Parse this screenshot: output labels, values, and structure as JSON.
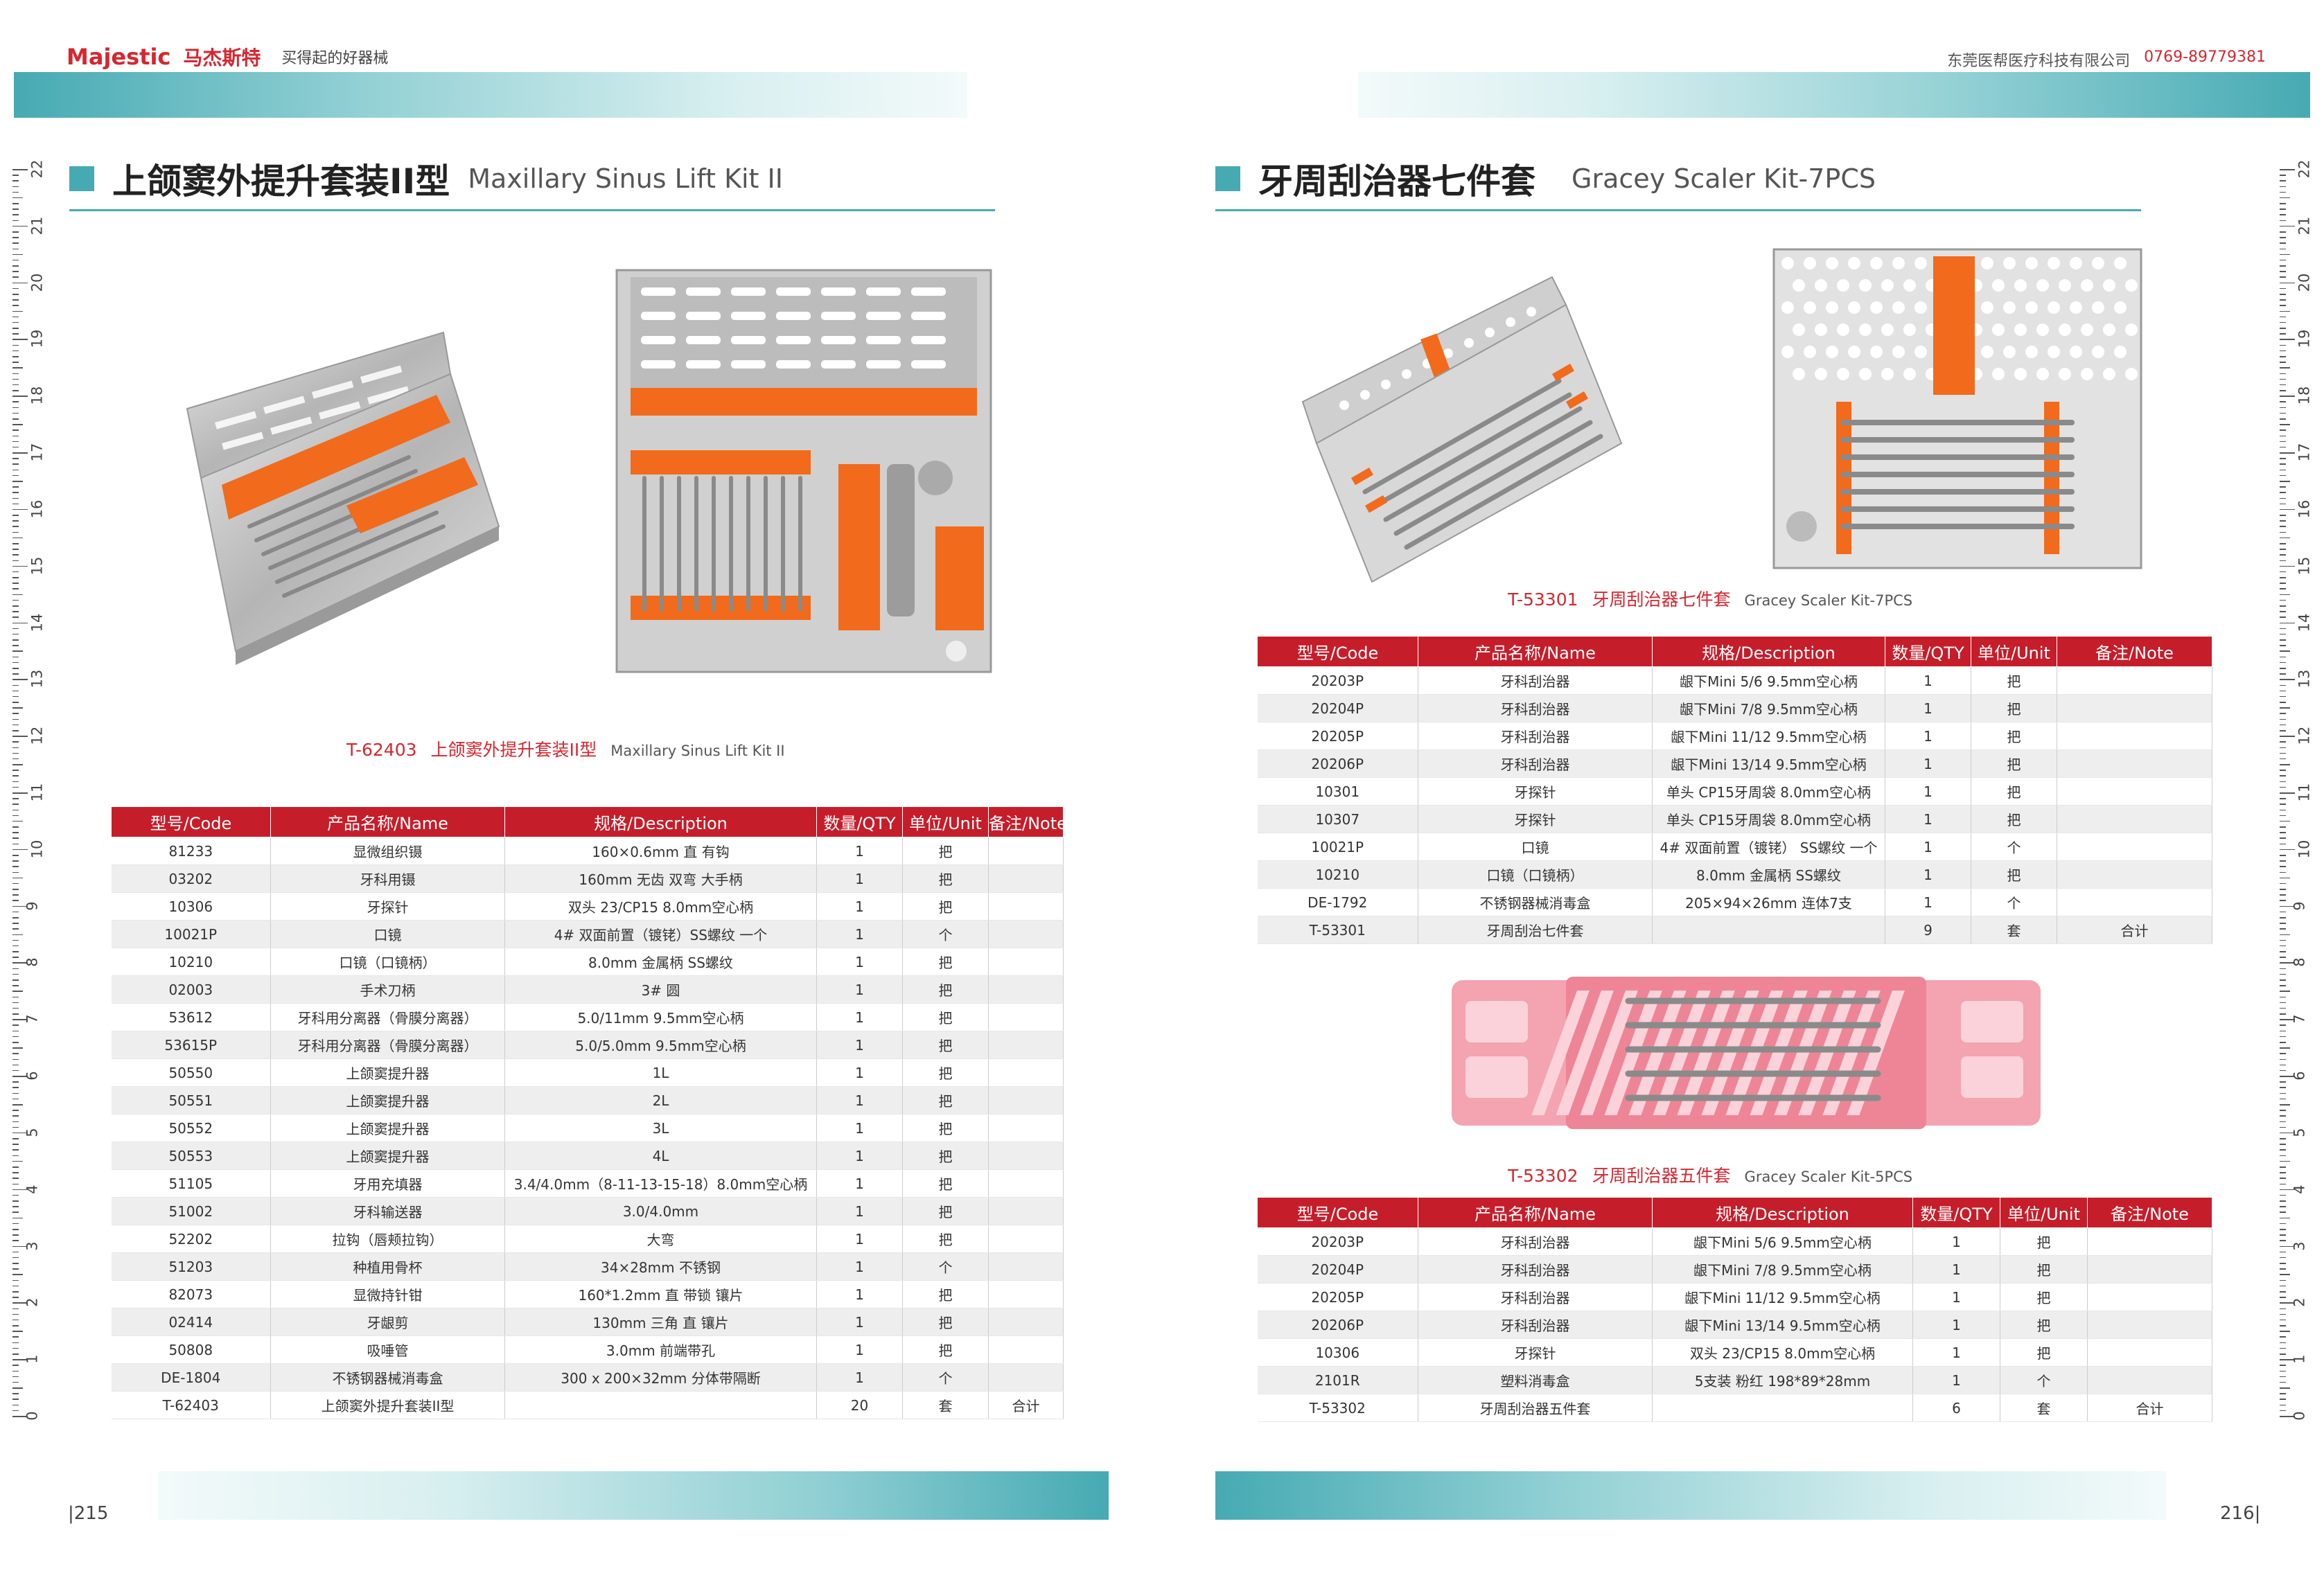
{
  "header": {
    "brand_main": "Majestic",
    "brand_cn": "马杰斯特",
    "slogan": "买得起的好器械",
    "company": "东莞医帮医疗科技有限公司",
    "phone": "0769-89779381"
  },
  "left": {
    "title_cn": "上颌窦外提升套装II型",
    "title_en": "Maxillary  Sinus Lift Kit II",
    "caption_code": "T-62403",
    "caption_cn": "上颌窦外提升套装II型",
    "caption_en": "Maxillary  Sinus Lift Kit II",
    "table": {
      "headers": [
        "型号/Code",
        "产品名称/Name",
        "规格/Description",
        "数量/QTY",
        "单位/Unit",
        "备注/Note"
      ],
      "rows": [
        [
          "81233",
          "显微组织镊",
          "160×0.6mm 直 有钩",
          "1",
          "把",
          ""
        ],
        [
          "03202",
          "牙科用镊",
          "160mm 无齿 双弯 大手柄",
          "1",
          "把",
          ""
        ],
        [
          "10306",
          "牙探针",
          "双头 23/CP15 8.0mm空心柄",
          "1",
          "把",
          ""
        ],
        [
          "10021P",
          "口镜",
          "4# 双面前置（镀铑）SS螺纹 一个",
          "1",
          "个",
          ""
        ],
        [
          "10210",
          "口镜（口镜柄）",
          "8.0mm 金属柄 SS螺纹",
          "1",
          "把",
          ""
        ],
        [
          "02003",
          "手术刀柄",
          "3# 圆",
          "1",
          "把",
          ""
        ],
        [
          "53612",
          "牙科用分离器（骨膜分离器）",
          "5.0/11mm 9.5mm空心柄",
          "1",
          "把",
          ""
        ],
        [
          "53615P",
          "牙科用分离器（骨膜分离器）",
          "5.0/5.0mm 9.5mm空心柄",
          "1",
          "把",
          ""
        ],
        [
          "50550",
          "上颌窦提升器",
          "1L",
          "1",
          "把",
          ""
        ],
        [
          "50551",
          "上颌窦提升器",
          "2L",
          "1",
          "把",
          ""
        ],
        [
          "50552",
          "上颌窦提升器",
          "3L",
          "1",
          "把",
          ""
        ],
        [
          "50553",
          "上颌窦提升器",
          "4L",
          "1",
          "把",
          ""
        ],
        [
          "51105",
          "牙用充填器",
          "3.4/4.0mm（8-11-13-15-18）8.0mm空心柄",
          "1",
          "把",
          ""
        ],
        [
          "51002",
          "牙科输送器",
          "3.0/4.0mm",
          "1",
          "把",
          ""
        ],
        [
          "52202",
          "拉钩（唇颊拉钩）",
          "大弯",
          "1",
          "把",
          ""
        ],
        [
          "51203",
          "种植用骨杯",
          "34×28mm 不锈钢",
          "1",
          "个",
          ""
        ],
        [
          "82073",
          "显微持针钳",
          "160*1.2mm 直 带锁 镶片",
          "1",
          "把",
          ""
        ],
        [
          "02414",
          "牙龈剪",
          "130mm 三角 直 镶片",
          "1",
          "把",
          ""
        ],
        [
          "50808",
          "吸唾管",
          "3.0mm 前端带孔",
          "1",
          "把",
          ""
        ],
        [
          "DE-1804",
          "不锈钢器械消毒盒",
          "300 x 200×32mm 分体带隔断",
          "1",
          "个",
          ""
        ],
        [
          "T-62403",
          "上颌窦外提升套装II型",
          "",
          "20",
          "套",
          "合计"
        ]
      ]
    },
    "page_number": "215"
  },
  "right": {
    "title_cn": "牙周刮治器七件套",
    "title_en": "Gracey Scaler Kit-7PCS",
    "caption1_code": "T-53301",
    "caption1_cn": "牙周刮治器七件套",
    "caption1_en": "Gracey Scaler Kit-7PCS",
    "table1": {
      "headers": [
        "型号/Code",
        "产品名称/Name",
        "规格/Description",
        "数量/QTY",
        "单位/Unit",
        "备注/Note"
      ],
      "rows": [
        [
          "20203P",
          "牙科刮治器",
          "龈下Mini 5/6 9.5mm空心柄",
          "1",
          "把",
          ""
        ],
        [
          "20204P",
          "牙科刮治器",
          "龈下Mini 7/8 9.5mm空心柄",
          "1",
          "把",
          ""
        ],
        [
          "20205P",
          "牙科刮治器",
          "龈下Mini 11/12 9.5mm空心柄",
          "1",
          "把",
          ""
        ],
        [
          "20206P",
          "牙科刮治器",
          "龈下Mini 13/14 9.5mm空心柄",
          "1",
          "把",
          ""
        ],
        [
          "10301",
          "牙探针",
          "单头 CP15牙周袋 8.0mm空心柄",
          "1",
          "把",
          ""
        ],
        [
          "10307",
          "牙探针",
          "单头 CP15牙周袋 8.0mm空心柄",
          "1",
          "把",
          ""
        ],
        [
          "10021P",
          "口镜",
          "4# 双面前置（镀铑） SS螺纹 一个",
          "1",
          "个",
          ""
        ],
        [
          "10210",
          "口镜（口镜柄）",
          "8.0mm 金属柄 SS螺纹",
          "1",
          "把",
          ""
        ],
        [
          "DE-1792",
          "不锈钢器械消毒盒",
          "205×94×26mm 连体7支",
          "1",
          "个",
          ""
        ],
        [
          "T-53301",
          "牙周刮治七件套",
          "",
          "9",
          "套",
          "合计"
        ]
      ]
    },
    "caption2_code": "T-53302",
    "caption2_cn": "牙周刮治器五件套",
    "caption2_en": "Gracey Scaler Kit-5PCS",
    "table2": {
      "headers": [
        "型号/Code",
        "产品名称/Name",
        "规格/Description",
        "数量/QTY",
        "单位/Unit",
        "备注/Note"
      ],
      "rows": [
        [
          "20203P",
          "牙科刮治器",
          "龈下Mini 5/6 9.5mm空心柄",
          "1",
          "把",
          ""
        ],
        [
          "20204P",
          "牙科刮治器",
          "龈下Mini 7/8 9.5mm空心柄",
          "1",
          "把",
          ""
        ],
        [
          "20205P",
          "牙科刮治器",
          "龈下Mini 11/12 9.5mm空心柄",
          "1",
          "把",
          ""
        ],
        [
          "20206P",
          "牙科刮治器",
          "龈下Mini 13/14 9.5mm空心柄",
          "1",
          "把",
          ""
        ],
        [
          "10306",
          "牙探针",
          "双头 23/CP15 8.0mm空心柄",
          "1",
          "把",
          ""
        ],
        [
          "2101R",
          "塑料消毒盒",
          "5支装 粉红 198*89*28mm",
          "1",
          "个",
          ""
        ],
        [
          "T-53302",
          "牙周刮治器五件套",
          "",
          "6",
          "套",
          "合计"
        ]
      ]
    },
    "page_number": "216"
  },
  "ruler_labels": [
    "0",
    "1",
    "2",
    "3",
    "4",
    "5",
    "6",
    "7",
    "8",
    "9",
    "10",
    "11",
    "12",
    "13",
    "14",
    "15",
    "16",
    "17",
    "18",
    "19",
    "20",
    "21",
    "22"
  ],
  "colors": {
    "teal": "#46aab3",
    "red": "#c61d2a",
    "orange": "#f26a1b",
    "pink": "#f08a9c"
  }
}
